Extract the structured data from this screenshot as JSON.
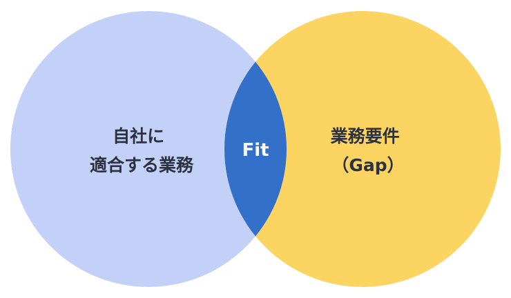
{
  "diagram": {
    "type": "venn",
    "left_circle": {
      "label_lines": [
        "自社に",
        "適合する業務"
      ],
      "color": "#c3d0f8"
    },
    "right_circle": {
      "label_lines": [
        "業務要件",
        "（Gap）"
      ],
      "color": "#fcd462"
    },
    "intersection": {
      "label": "Fit",
      "color": "#3370c9"
    },
    "text_color": "#2b3140",
    "intersection_text_color": "#ffffff"
  }
}
